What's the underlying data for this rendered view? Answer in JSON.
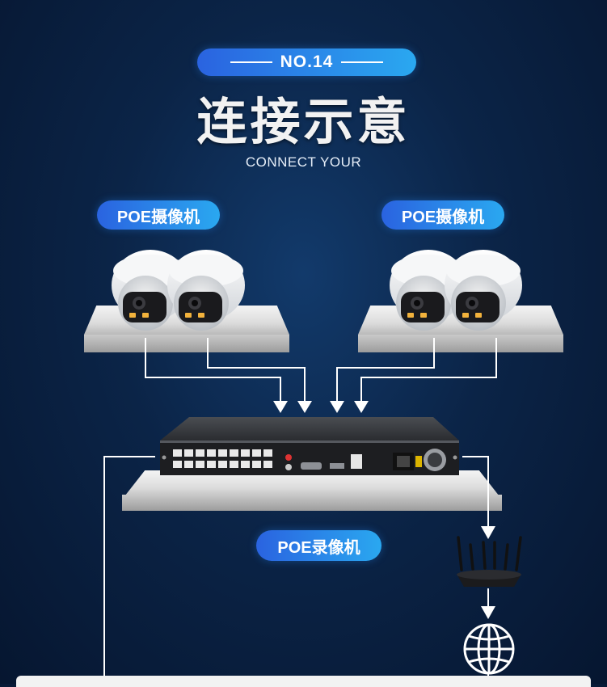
{
  "header": {
    "badge": "NO.14",
    "title": "连接示意",
    "subtitle": "CONNECT YOUR"
  },
  "labels": {
    "camera_left": "POE摄像机",
    "camera_right": "POE摄像机",
    "nvr": "POE录像机"
  },
  "colors": {
    "background": "#0b2447",
    "pill_start": "#2a63e0",
    "pill_end": "#2aa8f0",
    "line": "#ffffff"
  },
  "icons": [
    "dome-camera-icon",
    "nvr-recorder-icon",
    "wifi-router-icon",
    "globe-icon"
  ]
}
